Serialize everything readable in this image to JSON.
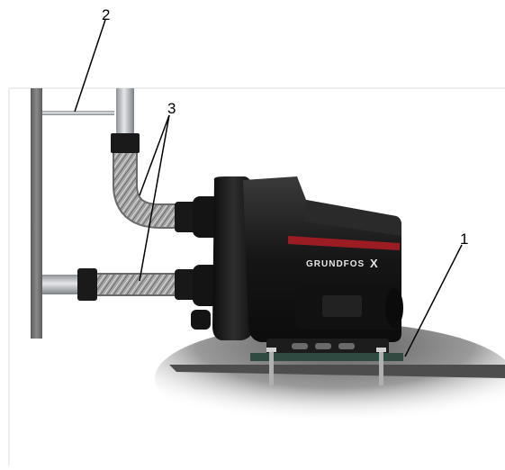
{
  "figure": {
    "callouts": {
      "base": "1",
      "bracket": "2",
      "hoses": "3"
    },
    "pump": {
      "brand": "GRUNDFOS",
      "brand_mark": "X",
      "color": "#1a1a1a",
      "stripe_color": "#9b1c22"
    },
    "colors": {
      "wall": "#6e6e6e",
      "pipe": "#b8bcc0",
      "hose": "#9a9a9a",
      "floor": "#4a4a4a",
      "baseplate": "#2b4a3e"
    }
  }
}
